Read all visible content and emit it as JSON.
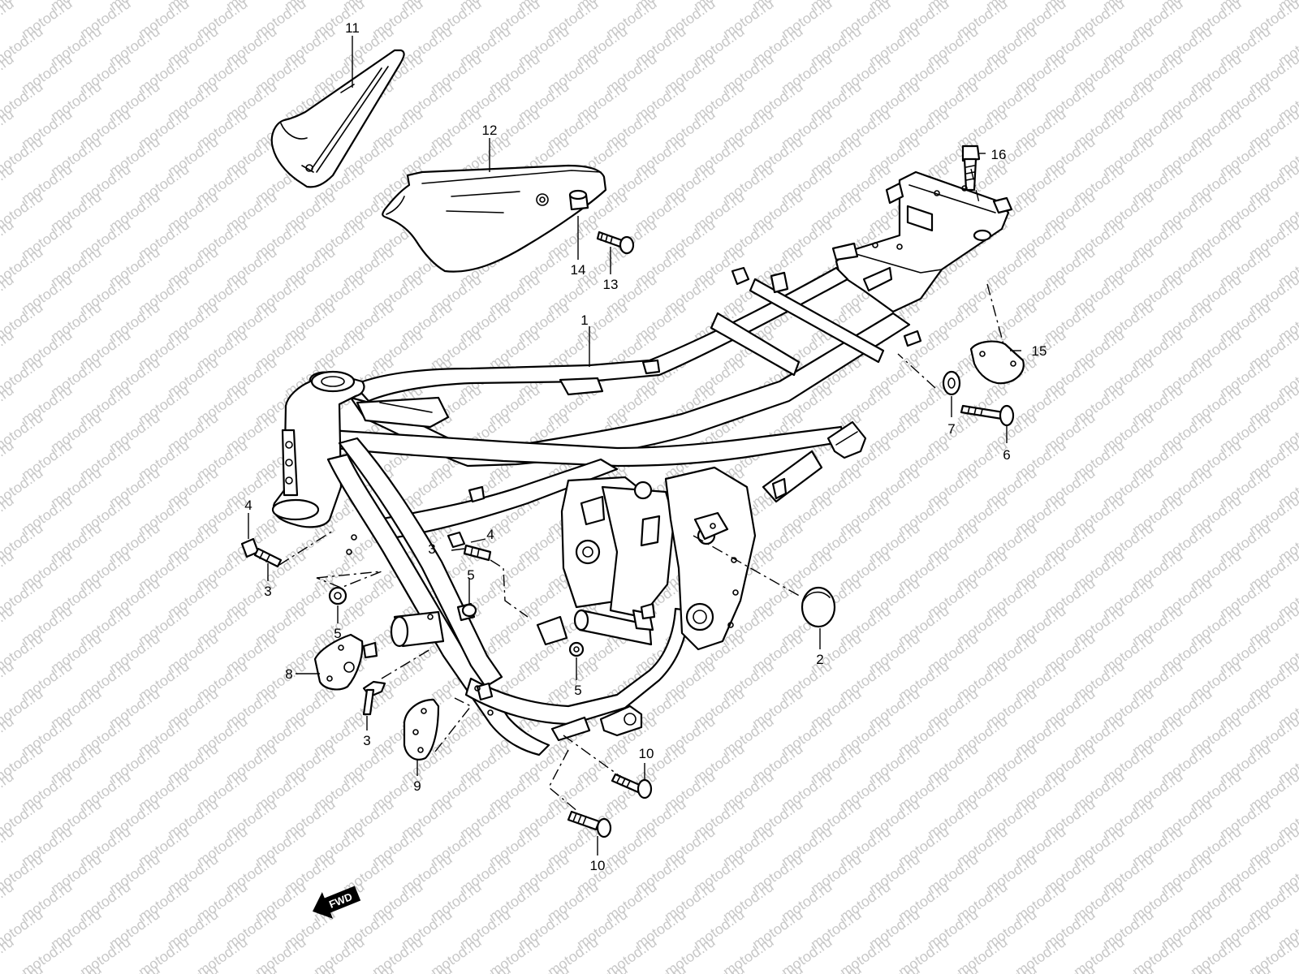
{
  "watermark": "motod.ru",
  "fwd_label": "FWD",
  "callouts": {
    "c1": "1",
    "c2": "2",
    "c3a": "3",
    "c3b": "3",
    "c3c": "3",
    "c4a": "4",
    "c4b": "4",
    "c5a": "5",
    "c5b": "5",
    "c5c": "5",
    "c6": "6",
    "c7": "7",
    "c8": "8",
    "c9": "9",
    "c10a": "10",
    "c10b": "10",
    "c11": "11",
    "c12": "12",
    "c13": "13",
    "c14": "14",
    "c15": "15",
    "c16": "16"
  },
  "colors": {
    "line": "#000000",
    "background": "#ffffff",
    "watermark": "#c8c8c8"
  }
}
